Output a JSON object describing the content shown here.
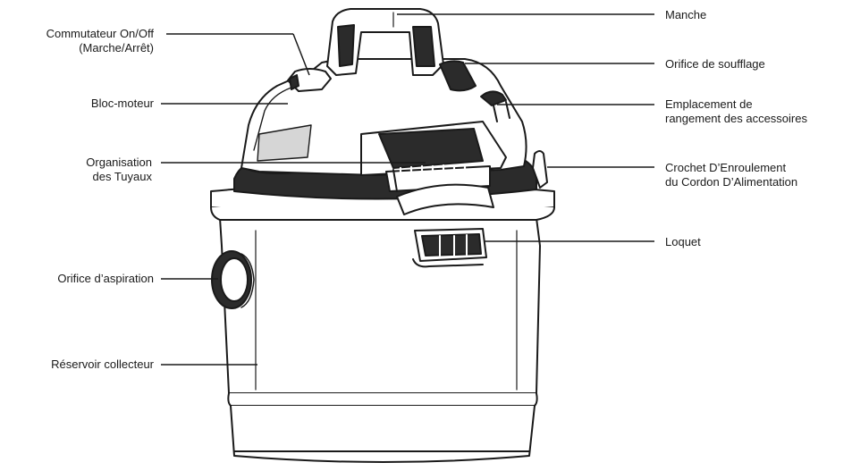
{
  "diagram": {
    "labels": {
      "commutateur_line1": "Commutateur On/Off",
      "commutateur_line2": "(Marche/Arrêt)",
      "bloc_moteur": "Bloc-moteur",
      "organisation_line1": "Organisation",
      "organisation_line2": "des Tuyaux",
      "orifice_aspiration": "Orifice d’aspiration",
      "reservoir": "Réservoir collecteur",
      "manche": "Manche",
      "orifice_soufflage": "Orifice de soufflage",
      "emplacement_line1": "Emplacement de",
      "emplacement_line2": "rangement des accessoires",
      "crochet_line1": "Crochet D’Enroulement",
      "crochet_line2": "du Cordon D’Alimentation",
      "loquet": "Loquet"
    },
    "colors": {
      "ink": "#1a1a1a",
      "body": "#ffffff",
      "dark": "#2b2b2b",
      "shade": "#d6d6d6"
    }
  }
}
